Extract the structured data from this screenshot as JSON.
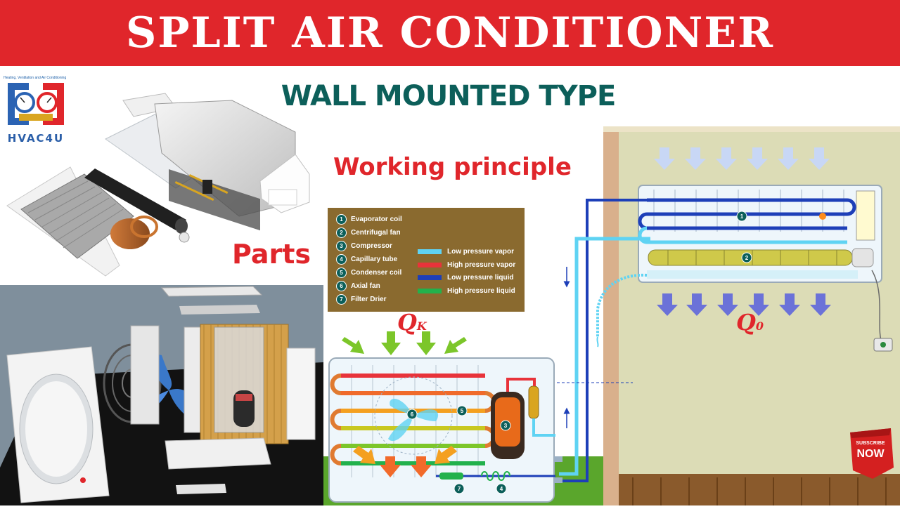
{
  "banner": {
    "title": "SPLIT AIR CONDITIONER"
  },
  "subtitle": "WALL MOUNTED TYPE",
  "logo": {
    "tagline": "Heating, Ventilation and Air Conditioning",
    "name": "HVAC4U"
  },
  "parts_label": "Parts",
  "working_label": "Working principle",
  "legend": {
    "components": [
      {
        "num": "1",
        "label": "Evaporator coil"
      },
      {
        "num": "2",
        "label": "Centrifugal fan"
      },
      {
        "num": "3",
        "label": "Compressor"
      },
      {
        "num": "4",
        "label": "Capillary tube"
      },
      {
        "num": "5",
        "label": "Condenser coil"
      },
      {
        "num": "6",
        "label": "Axial fan"
      },
      {
        "num": "7",
        "label": "Filter Drier"
      }
    ],
    "flows": [
      {
        "label": "Low pressure vapor",
        "color": "#5fd3f3"
      },
      {
        "label": "High pressure vapor",
        "color": "#e8333a"
      },
      {
        "label": "Low pressure liquid",
        "color": "#1d3fb8"
      },
      {
        "label": "High pressure liquid",
        "color": "#22b14c"
      }
    ]
  },
  "heat_labels": {
    "qk": {
      "main": "Q",
      "sub": "K"
    },
    "q0": {
      "main": "Q",
      "sub": "0"
    }
  },
  "diagram_markers": {
    "evaporator": "1",
    "fan": "2",
    "compressor": "3",
    "capillary": "4",
    "condenser": "5",
    "axial_fan": "6",
    "drier": "7"
  },
  "subscribe": {
    "line1": "SUBSCRIBE",
    "line2": "NOW"
  },
  "colors": {
    "brand_red": "#e0262b",
    "teal": "#0c5f5a",
    "legend_bg": "#8a6a2f"
  }
}
